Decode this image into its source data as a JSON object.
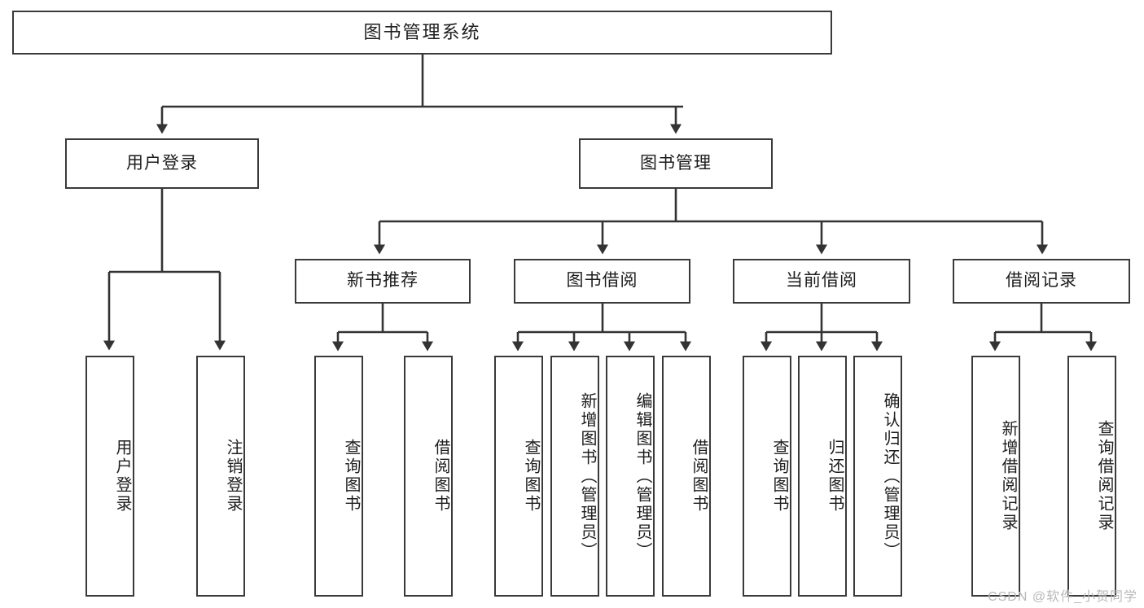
{
  "diagram": {
    "title": "图书管理系统",
    "type": "tree-hierarchy",
    "orientation": "top-down",
    "watermark": "CSDN @软件_小贺同学",
    "colors": {
      "box_border": "#3a3a3a",
      "box_fill": "#ffffff",
      "connector": "#333333",
      "text": "#1d1d1d",
      "watermark": "#b9b9b9"
    },
    "levels": [
      {
        "index": 0,
        "name": "root"
      },
      {
        "index": 1,
        "name": "modules"
      },
      {
        "index": 2,
        "name": "submodules"
      },
      {
        "index": 3,
        "name": "functions"
      }
    ],
    "nodes": {
      "root": {
        "id": "n0",
        "label": "图书管理系统",
        "level": 0
      },
      "level1": [
        {
          "id": "n1",
          "label": "用户登录",
          "level": 1,
          "parent": "n0"
        },
        {
          "id": "n2",
          "label": "图书管理",
          "level": 1,
          "parent": "n0"
        }
      ],
      "level2": [
        {
          "id": "n3",
          "label": "新书推荐",
          "level": 2,
          "parent": "n2"
        },
        {
          "id": "n4",
          "label": "图书借阅",
          "level": 2,
          "parent": "n2"
        },
        {
          "id": "n5",
          "label": "当前借阅",
          "level": 2,
          "parent": "n2"
        },
        {
          "id": "n6",
          "label": "借阅记录",
          "level": 2,
          "parent": "n2"
        }
      ],
      "level3": [
        {
          "id": "n7",
          "label": "用户登录",
          "level": 3,
          "parent": "n1"
        },
        {
          "id": "n8",
          "label": "注销登录",
          "level": 3,
          "parent": "n1"
        },
        {
          "id": "n9",
          "label": "查询图书",
          "level": 3,
          "parent": "n3"
        },
        {
          "id": "n10",
          "label": "借阅图书",
          "level": 3,
          "parent": "n3"
        },
        {
          "id": "n11",
          "label": "查询图书",
          "level": 3,
          "parent": "n4"
        },
        {
          "id": "n12",
          "label": "新增图书（管理员）",
          "level": 3,
          "parent": "n4"
        },
        {
          "id": "n13",
          "label": "编辑图书（管理员）",
          "level": 3,
          "parent": "n4"
        },
        {
          "id": "n14",
          "label": "借阅图书",
          "level": 3,
          "parent": "n4"
        },
        {
          "id": "n15",
          "label": "查询图书",
          "level": 3,
          "parent": "n5"
        },
        {
          "id": "n16",
          "label": "归还图书",
          "level": 3,
          "parent": "n5"
        },
        {
          "id": "n17",
          "label": "确认归还（管理员）",
          "level": 3,
          "parent": "n5"
        },
        {
          "id": "n18",
          "label": "新增借阅记录",
          "level": 3,
          "parent": "n6"
        },
        {
          "id": "n19",
          "label": "查询借阅记录",
          "level": 3,
          "parent": "n6"
        }
      ]
    }
  }
}
